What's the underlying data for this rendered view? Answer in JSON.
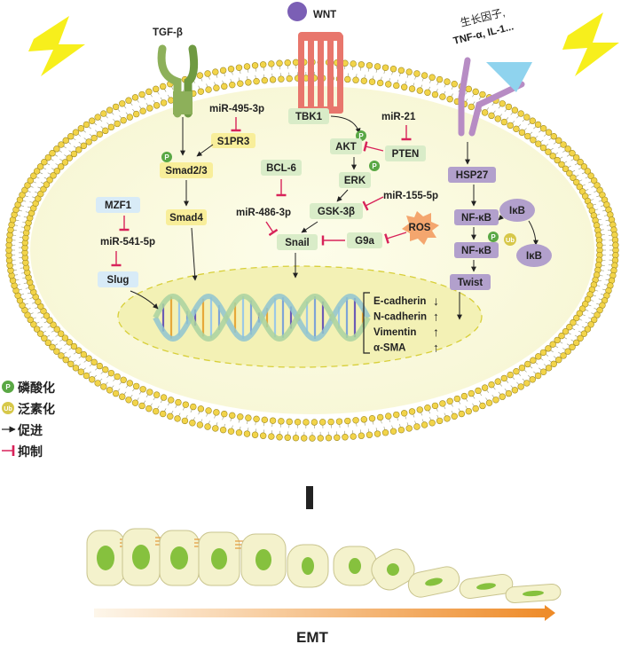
{
  "signals": {
    "tgf": "TGF-β",
    "wnt": "WNT",
    "growth_factors_line1": "生长因子,",
    "growth_factors_line2": "TNF-α, IL-1..."
  },
  "nodes": {
    "mir495": "miR-495-3p",
    "s1pr3": "S1PR3",
    "smad23": "Smad2/3",
    "smad4": "Smad4",
    "tbk1": "TBK1",
    "mir21": "miR-21",
    "akt": "AKT",
    "pten": "PTEN",
    "erk": "ERK",
    "bcl6": "BCL-6",
    "mir155": "miR-155-5p",
    "gsk3b": "GSK-3β",
    "mir486": "miR-486-3p",
    "ros": "ROS",
    "g9a": "G9a",
    "snail": "Snail",
    "mzf1": "MZF1",
    "mir541": "miR-541-5p",
    "slug": "Slug",
    "hsp27": "HSP27",
    "nfkb1": "NF-κB",
    "nfkb2": "NF-κB",
    "ikb1": "IκB",
    "ikb2": "IκB",
    "twist": "Twist",
    "p_mark": "P",
    "ub_mark": "Ub"
  },
  "markers": [
    {
      "name": "E-cadherin",
      "direction": "down",
      "arrow": "↓"
    },
    {
      "name": "N-cadherin",
      "direction": "up",
      "arrow": "↑"
    },
    {
      "name": "Vimentin",
      "direction": "up",
      "arrow": "↑"
    },
    {
      "name": "α-SMA",
      "direction": "up",
      "arrow": "↑"
    }
  ],
  "legend": [
    {
      "symbol": "P",
      "label": "磷酸化"
    },
    {
      "symbol": "Ub",
      "label": "泛素化"
    },
    {
      "symbol": "→",
      "label": "促进"
    },
    {
      "symbol": "⊣",
      "label": "抑制"
    }
  ],
  "emt_label": "EMT",
  "colors": {
    "tgf_receptor": "#8db05a",
    "wnt_receptor": "#e8766c",
    "gf_receptor": "#b78cc4",
    "gf_ligand": "#8fd3ee",
    "wnt_ligand": "#7b5fb5",
    "membrane_head": "#f2d44a",
    "cytoplasm": "#fbfbe2",
    "nucleus": "#f3f1b5",
    "green_box": "#d9ecc8",
    "yellow_box": "#f8ee9a",
    "blue_box": "#d8ebf7",
    "purple_box": "#b2a0cc",
    "phospho": "#5aa845",
    "ubiquitin": "#d7c84a",
    "inhibit": "#d8235a",
    "lightning": "#f7ef1c",
    "emt_arrow_start": "#fdf4e3",
    "emt_arrow_end": "#ee8a27"
  }
}
